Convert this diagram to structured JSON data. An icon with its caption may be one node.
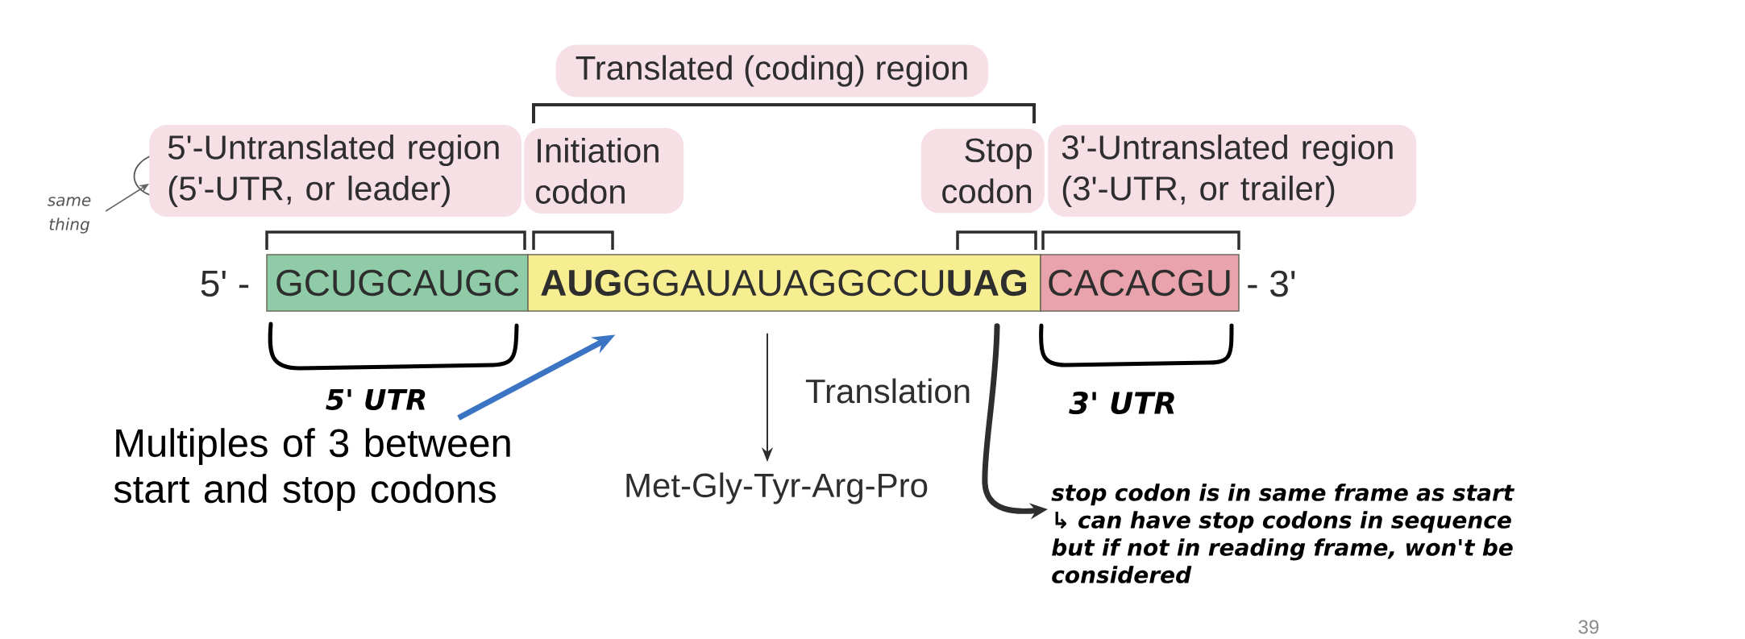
{
  "diagram": {
    "nodes": [
      {
        "text": [
          "Translated (coding) region"
        ]
      },
      {
        "text": [
          "5'-Untranslated region (5'-UTR, or leader)"
        ]
      },
      {
        "text": [
          "Initiation codon"
        ]
      },
      {
        "text": [
          "Stop codon"
        ]
      },
      {
        "text": [
          "3'-Untranslated region (3'-UTR, or trailer)"
        ]
      },
      {
        "text": [
          "same thing"
        ]
      },
      {
        "text": [
          "GCUGCAUGC"
        ]
      },
      {
        "text": [
          "**AUG**GGAUAUAGGCCU**UAG**"
        ]
      },
      {
        "text": [
          "CACACGU"
        ]
      },
      {
        "text": [
          "Met-Gly-Tyr-Arg-Pro"
        ]
      },
      {
        "text": [
          "Multiples of 3 between start and stop codons"
        ]
      },
      {
        "text": [
          "stop codon is in same frame as start",
          "↳ can have stop codons in sequence but if not in reading frame, won't be considered"
        ]
      }
    ],
    "edges": [
      {
        "from": 5,
        "to": 1,
        "arrow": "to",
        "color": "#666666"
      },
      {
        "from": 7,
        "to": 9,
        "arrow": "to",
        "label": "Translation"
      },
      {
        "from": 10,
        "to": 7,
        "arrow": "to",
        "style": "thick",
        "color": "#3b74c2"
      },
      {
        "from": 7,
        "to": 11,
        "arrow": "to",
        "style": "thick"
      }
    ],
    "labels": [
      "5' -",
      "- 3'",
      "5' UTR",
      "3' UTR",
      "39"
    ]
  }
}
